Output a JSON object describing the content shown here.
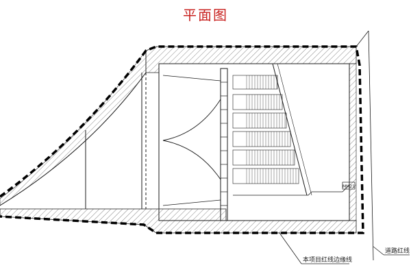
{
  "title": "平面图",
  "labels": {
    "project_boundary": "本项目红线边缘线",
    "road_red_line": "道路红线",
    "door_tag": "MM21"
  },
  "colors": {
    "title": "#c8201e",
    "line": "#1a1a1a",
    "hatch": "#555555"
  }
}
